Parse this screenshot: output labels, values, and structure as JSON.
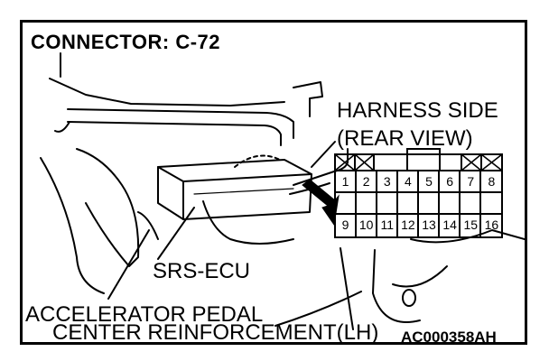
{
  "title": "CONNECTOR: C-72",
  "connector_view": {
    "line1": "HARNESS SIDE",
    "line2": "(REAR VIEW)",
    "top_row_pins": [
      "1",
      "2",
      "3",
      "4",
      "5",
      "6",
      "7",
      "8"
    ],
    "bottom_row_pins": [
      "9",
      "10",
      "11",
      "12",
      "13",
      "14",
      "15",
      "16"
    ]
  },
  "callouts": {
    "srs_ecu": "SRS-ECU",
    "accelerator_pedal": "ACCELERATOR PEDAL",
    "center_reinforcement": "CENTER REINFORCEMENT(LH)"
  },
  "figure_code": "AC000358AH"
}
